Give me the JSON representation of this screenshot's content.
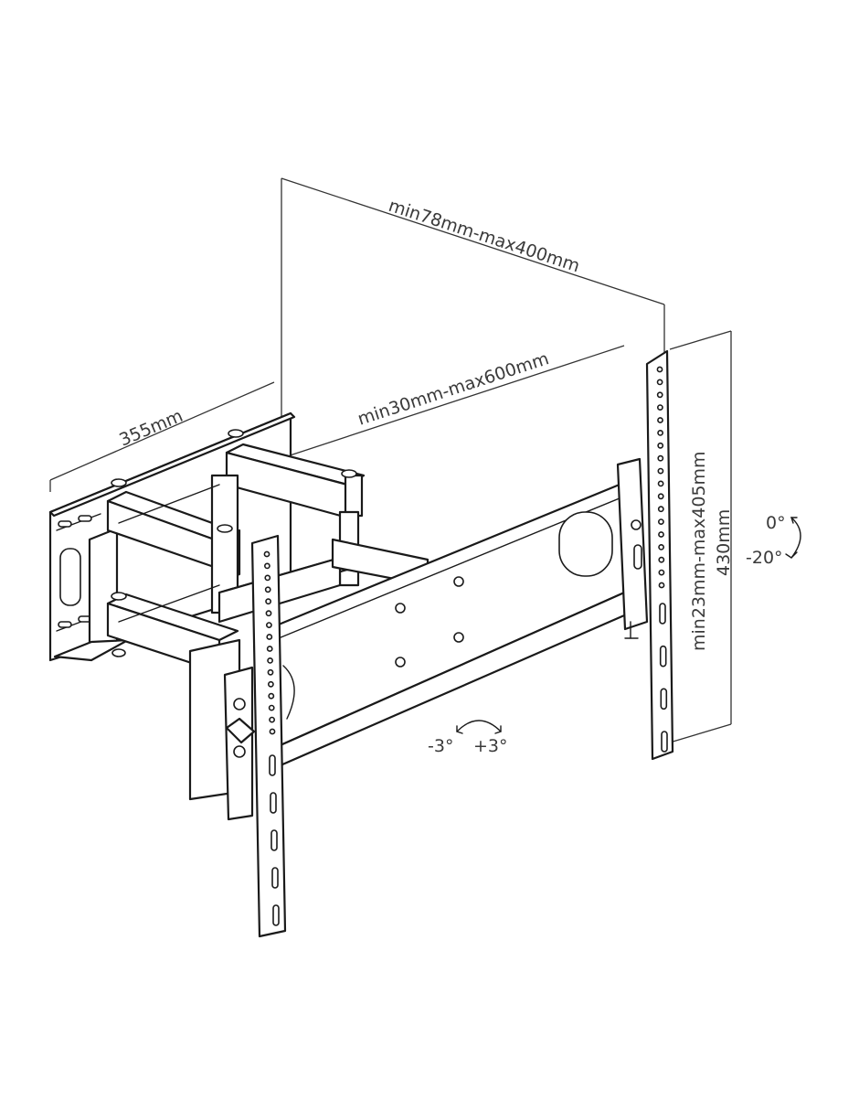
{
  "dimensions": {
    "arm_length": "355mm",
    "wall_plate_spacing": "min78mm-max400mm",
    "extension": "min30mm-max600mm",
    "vertical_adjust": "min23mm-max405mm",
    "bracket_height": "430mm"
  },
  "tilt": {
    "up": "0°",
    "down": "-20°"
  },
  "swivel_level": {
    "left": "-3°",
    "right": "+3°"
  },
  "colors": {
    "line": "#1a1a1a",
    "text": "#3a3a3a",
    "background": "#ffffff"
  }
}
